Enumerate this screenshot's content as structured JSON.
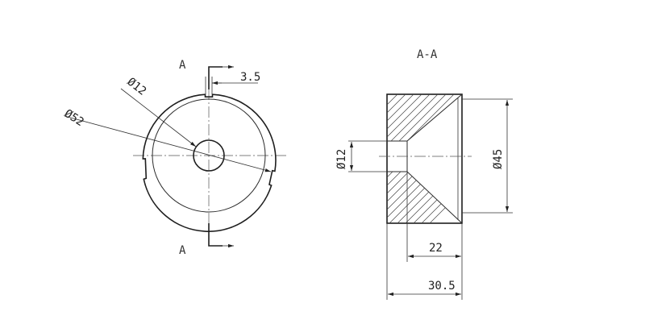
{
  "front_view": {
    "section_label_top": "A",
    "section_label_bottom": "A",
    "dim_diameter_outer": "Ø52",
    "dim_diameter_hole": "Ø12",
    "dim_slot_width": "3.5"
  },
  "section_view": {
    "title": "A-A",
    "dim_diameter_hole": "Ø12",
    "dim_diameter_cone": "Ø45",
    "dim_depth": "22",
    "dim_length": "30.5"
  }
}
